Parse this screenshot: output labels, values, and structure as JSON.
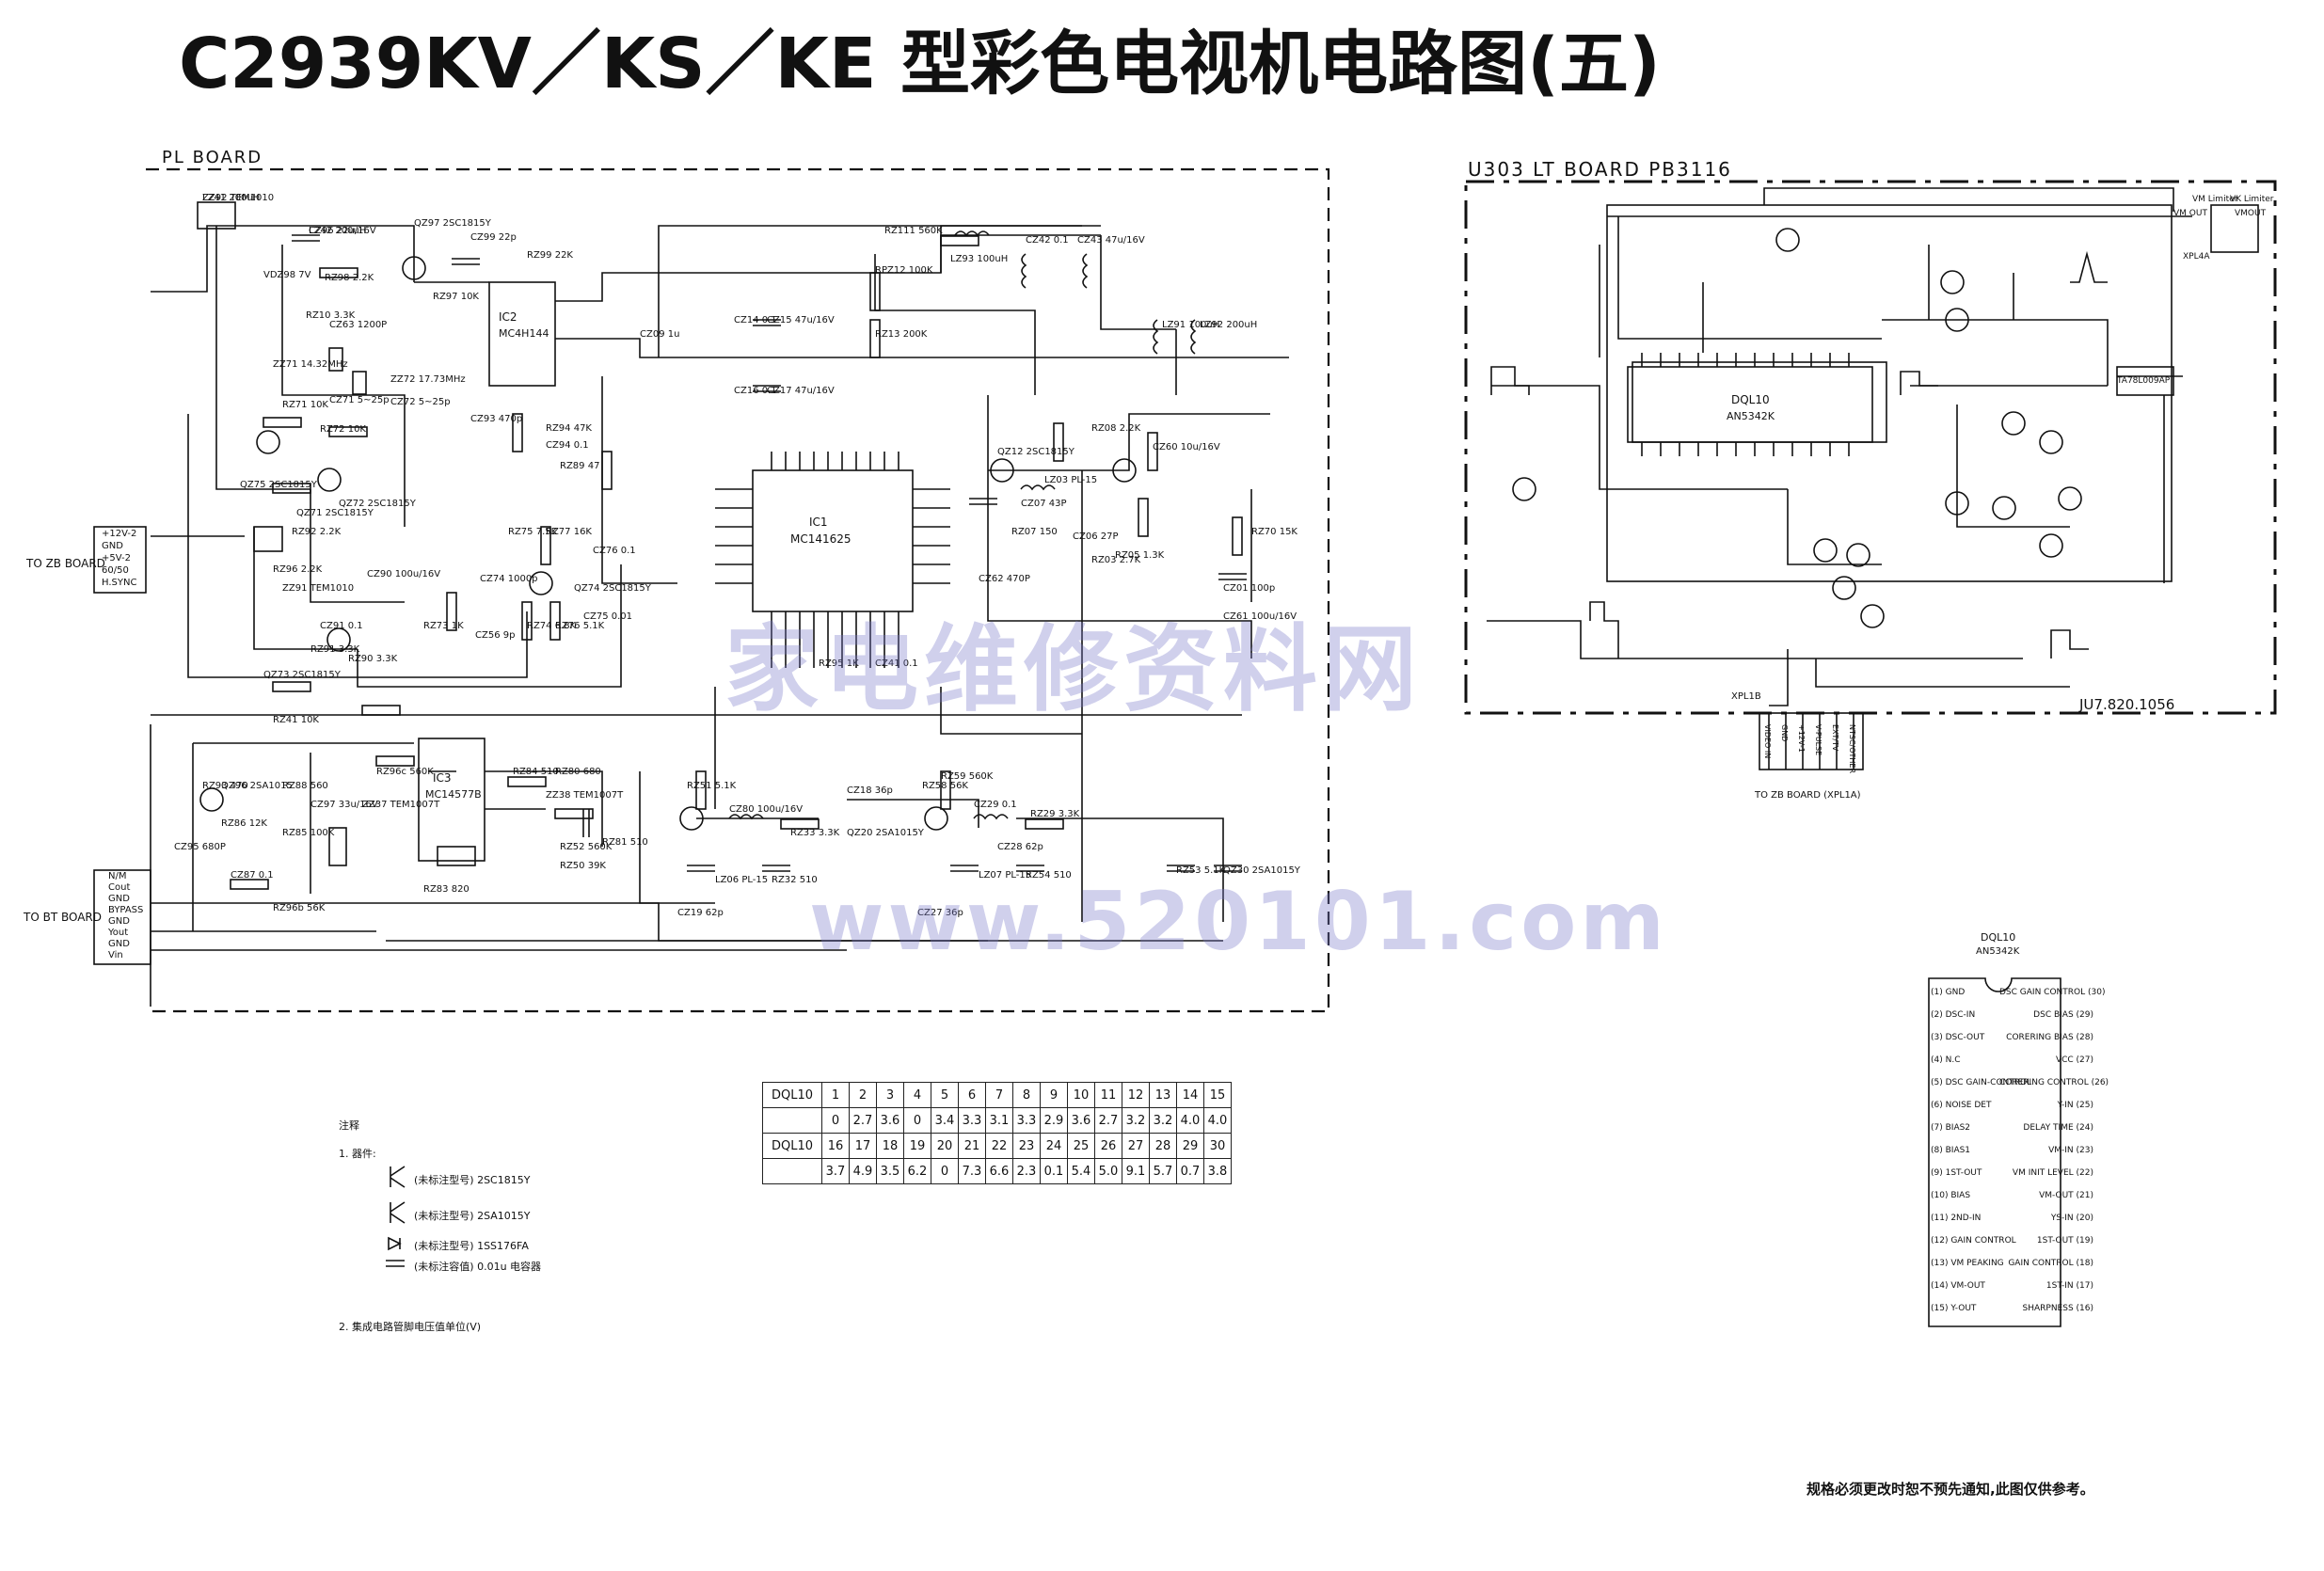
{
  "title": "C2939KV／KS／KE 型彩色电视机电路图(五)",
  "boards": {
    "pl": "PL BOARD",
    "lt": "U303  LT  BOARD PB3116",
    "lt_code": "JU7.820.1056"
  },
  "watermarks": {
    "cn": "家电维修资料网",
    "url": "www.520101.com"
  },
  "connectors": {
    "zb": {
      "label": "TO ZB BOARD",
      "pins": [
        "+12V-2",
        "GND",
        "+5V-2",
        "60/50",
        "H.SYNC"
      ]
    },
    "bt": {
      "label": "TO BT BOARD",
      "pins": [
        "N/M",
        "Cout",
        "GND",
        "BYPASS",
        "GND",
        "Yout",
        "GND",
        "Vin"
      ]
    },
    "xpl1b": {
      "label": "XPL1B",
      "pins": [
        "VIDEO IN",
        "GND",
        "+12V-1",
        "V-PULSE",
        "EXT/TV",
        "NTSC/OTHER"
      ],
      "to": "TO ZB BOARD (XPL1A)"
    },
    "xpl4a": "XPL4A",
    "vm_limiter": [
      "VM Limiter",
      "VM OUT",
      "VK Limiter",
      "VMOUT"
    ]
  },
  "ics": {
    "ic1": {
      "name": "IC1",
      "part": "MC141625"
    },
    "ic2": {
      "name": "IC2",
      "part": "MC4H144"
    },
    "ic3": {
      "name": "IC3",
      "part": "MC14577B"
    },
    "dql10": {
      "name": "DQL10",
      "part": "AN5342K"
    },
    "vl2": "TA78L009AP"
  },
  "components": [
    {
      "ref": "ZZ92",
      "val": "TEM1010"
    },
    {
      "ref": "CZ96",
      "val": "22u/16V"
    },
    {
      "ref": "QZ97",
      "val": "2SC1815Y"
    },
    {
      "ref": "CZ99",
      "val": "22p"
    },
    {
      "ref": "RZ99",
      "val": "22K"
    },
    {
      "ref": "RZ98",
      "val": "2.2K"
    },
    {
      "ref": "RZ10",
      "val": "3.3K"
    },
    {
      "ref": "CZ63",
      "val": "1200P"
    },
    {
      "ref": "RZ97",
      "val": "10K"
    },
    {
      "ref": "VDZ98",
      "val": "7V"
    },
    {
      "ref": "ZZ71",
      "val": "14.32MHz"
    },
    {
      "ref": "ZZ72",
      "val": "17.73MHz"
    },
    {
      "ref": "RZ71",
      "val": "10K"
    },
    {
      "ref": "CZ71",
      "val": "5~25p"
    },
    {
      "ref": "CZ72",
      "val": "5~25p"
    },
    {
      "ref": "RZ72",
      "val": "10K"
    },
    {
      "ref": "RZ111",
      "val": "560K"
    },
    {
      "ref": "RPZ12",
      "val": "100K"
    },
    {
      "ref": "RZ13",
      "val": "200K"
    },
    {
      "ref": "LZ93",
      "val": "100uH"
    },
    {
      "ref": "CZ14",
      "val": "0.1"
    },
    {
      "ref": "CZ15",
      "val": "47u/16V"
    },
    {
      "ref": "CZ16",
      "val": "0.1"
    },
    {
      "ref": "CZ17",
      "val": "47u/16V"
    },
    {
      "ref": "CZ09",
      "val": "1u"
    },
    {
      "ref": "RZ94",
      "val": "47K"
    },
    {
      "ref": "CZ94",
      "val": "0.1"
    },
    {
      "ref": "CZ93",
      "val": "470p"
    },
    {
      "ref": "RZ89",
      "val": "47"
    },
    {
      "ref": "RZ08",
      "val": "2.2K"
    },
    {
      "ref": "CZ60",
      "val": "10u/16V"
    },
    {
      "ref": "QZ12",
      "val": "2SC1815Y"
    },
    {
      "ref": "LZ03",
      "val": "PL-15"
    },
    {
      "ref": "CZ07",
      "val": "43P"
    },
    {
      "ref": "CZ06",
      "val": "27P"
    },
    {
      "ref": "RZ07",
      "val": "150"
    },
    {
      "ref": "RZ05",
      "val": "1.3K"
    },
    {
      "ref": "RZ03",
      "val": "2.7K"
    },
    {
      "ref": "RZ70",
      "val": "15K"
    },
    {
      "ref": "CZ62",
      "val": "470P"
    },
    {
      "ref": "CZ01",
      "val": "100p"
    },
    {
      "ref": "CZ61",
      "val": "100u/16V"
    },
    {
      "ref": "RZ75",
      "val": "7.5K"
    },
    {
      "ref": "RZ77",
      "val": "16K"
    },
    {
      "ref": "CZ76",
      "val": "0.1"
    },
    {
      "ref": "QZ74",
      "val": "2SC1815Y"
    },
    {
      "ref": "CZ74",
      "val": "1000p"
    },
    {
      "ref": "CZ75",
      "val": "0.01"
    },
    {
      "ref": "CZ56",
      "val": "9p"
    },
    {
      "ref": "RZ73",
      "val": "1K"
    },
    {
      "ref": "RZ74",
      "val": "6.8K"
    },
    {
      "ref": "RZ76",
      "val": "5.1K"
    },
    {
      "ref": "QZ71",
      "val": "2SC1815Y"
    },
    {
      "ref": "QZ72",
      "val": "2SC1815Y"
    },
    {
      "ref": "QZ75",
      "val": "2SC1815Y"
    },
    {
      "ref": "RZ92",
      "val": "2.2K"
    },
    {
      "ref": "RZ96",
      "val": "2.2K"
    },
    {
      "ref": "ZZ91",
      "val": "TEM1010"
    },
    {
      "ref": "CZ90",
      "val": "100u/16V"
    },
    {
      "ref": "CZ91",
      "val": "0.1"
    },
    {
      "ref": "RZ91",
      "val": "3.3K"
    },
    {
      "ref": "RZ90",
      "val": "3.3K"
    },
    {
      "ref": "QZ73",
      "val": "2SC1815Y"
    },
    {
      "ref": "RZ95",
      "val": "1K"
    },
    {
      "ref": "CZ41",
      "val": "0.1"
    },
    {
      "ref": "RZ41",
      "val": "10K"
    },
    {
      "ref": "RZ93",
      "val": "470"
    },
    {
      "ref": "QZ96",
      "val": "2SA1015"
    },
    {
      "ref": "CZ95",
      "val": "680P"
    },
    {
      "ref": "RZ86",
      "val": "12K"
    },
    {
      "ref": "CZ87",
      "val": "0.1"
    },
    {
      "ref": "RZ88",
      "val": "560"
    },
    {
      "ref": "CZ97",
      "val": "33u/16V"
    },
    {
      "ref": "RZ85",
      "val": "100K"
    },
    {
      "ref": "RZ96b",
      "val": "56K"
    },
    {
      "ref": "RZ96c",
      "val": "560K"
    },
    {
      "ref": "ZZ37",
      "val": "TEM1007T"
    },
    {
      "ref": "RZ83",
      "val": "820"
    },
    {
      "ref": "RZ84",
      "val": "510"
    },
    {
      "ref": "ZZ38",
      "val": "TEM1007T"
    },
    {
      "ref": "RZ80",
      "val": "680"
    },
    {
      "ref": "RZ52",
      "val": "560K"
    },
    {
      "ref": "RZ50",
      "val": "39K"
    },
    {
      "ref": "RZ81",
      "val": "510"
    },
    {
      "ref": "RZ51",
      "val": "5.1K"
    },
    {
      "ref": "CZ80",
      "val": "100u/16V"
    },
    {
      "ref": "RZ33",
      "val": "3.3K"
    },
    {
      "ref": "LZ06",
      "val": "PL-15"
    },
    {
      "ref": "RZ32",
      "val": "510"
    },
    {
      "ref": "CZ19",
      "val": "62p"
    },
    {
      "ref": "CZ18",
      "val": "36p"
    },
    {
      "ref": "QZ20",
      "val": "2SA1015Y"
    },
    {
      "ref": "RZ58",
      "val": "56K"
    },
    {
      "ref": "RZ59",
      "val": "560K"
    },
    {
      "ref": "CZ29",
      "val": "0.1"
    },
    {
      "ref": "RZ29",
      "val": "3.3K"
    },
    {
      "ref": "LZ07",
      "val": "PL-15"
    },
    {
      "ref": "RZ54",
      "val": "510"
    },
    {
      "ref": "CZ28",
      "val": "62p"
    },
    {
      "ref": "CZ27",
      "val": "36p"
    },
    {
      "ref": "RZ53",
      "val": "5.1K"
    },
    {
      "ref": "QZ30",
      "val": "2SA1015Y"
    },
    {
      "ref": "CZ42",
      "val": "0.1"
    },
    {
      "ref": "CZ43",
      "val": "47u/16V"
    },
    {
      "ref": "LZ91",
      "val": "100uH"
    },
    {
      "ref": "LZ92",
      "val": "200uH"
    },
    {
      "ref": "LZ41",
      "val": "200uH"
    },
    {
      "ref": "LZ42",
      "val": "200uH"
    }
  ],
  "voltage_table": {
    "rows": [
      {
        "label": "DQL10",
        "values": [
          "1",
          "2",
          "3",
          "4",
          "5",
          "6",
          "7",
          "8",
          "9",
          "10",
          "11",
          "12",
          "13",
          "14",
          "15"
        ]
      },
      {
        "label": "",
        "values": [
          "0",
          "2.7",
          "3.6",
          "0",
          "3.4",
          "3.3",
          "3.1",
          "3.3",
          "2.9",
          "3.6",
          "2.7",
          "3.2",
          "3.2",
          "4.0",
          "4.0"
        ]
      },
      {
        "label": "DQL10",
        "values": [
          "16",
          "17",
          "18",
          "19",
          "20",
          "21",
          "22",
          "23",
          "24",
          "25",
          "26",
          "27",
          "28",
          "29",
          "30"
        ]
      },
      {
        "label": "",
        "values": [
          "3.7",
          "4.9",
          "3.5",
          "6.2",
          "0",
          "7.3",
          "6.6",
          "2.3",
          "0.1",
          "5.4",
          "5.0",
          "9.1",
          "5.7",
          "0.7",
          "3.8"
        ]
      }
    ]
  },
  "legend": {
    "title": "注释",
    "item1": "1. 器件:",
    "npn": "(未标注型号) 2SC1815Y",
    "pnp": "(未标注型号) 2SA1015Y",
    "diode": "(未标注型号) 1SS176FA",
    "cap": "(未标注容值) 0.01u 电容器",
    "item2": "2. 集成电路管脚电压值单位(V)"
  },
  "pinout": {
    "title": "DQL10",
    "part": "AN5342K",
    "left": [
      "GND",
      "DSC-IN",
      "DSC-OUT",
      "N.C",
      "DSC GAIN-CONTROL",
      "NOISE DET",
      "BIAS2",
      "BIAS1",
      "1ST-OUT",
      "BIAS",
      "2ND-IN",
      "GAIN CONTROL",
      "VM PEAKING",
      "VM-OUT",
      "Y-OUT"
    ],
    "right": [
      "DSC GAIN CONTROL",
      "DSC BIAS",
      "CORERING BIAS",
      "VCC",
      "CORERING CONTROL",
      "Y-IN",
      "DELAY TIME",
      "VM-IN",
      "VM INIT LEVEL",
      "VM-OUT",
      "YS-IN",
      "1ST-OUT",
      "GAIN CONTROL",
      "1ST-IN",
      "SHARPNESS"
    ]
  },
  "footer_note": "规格必须更改时恕不预先通知,此图仅供参考。"
}
